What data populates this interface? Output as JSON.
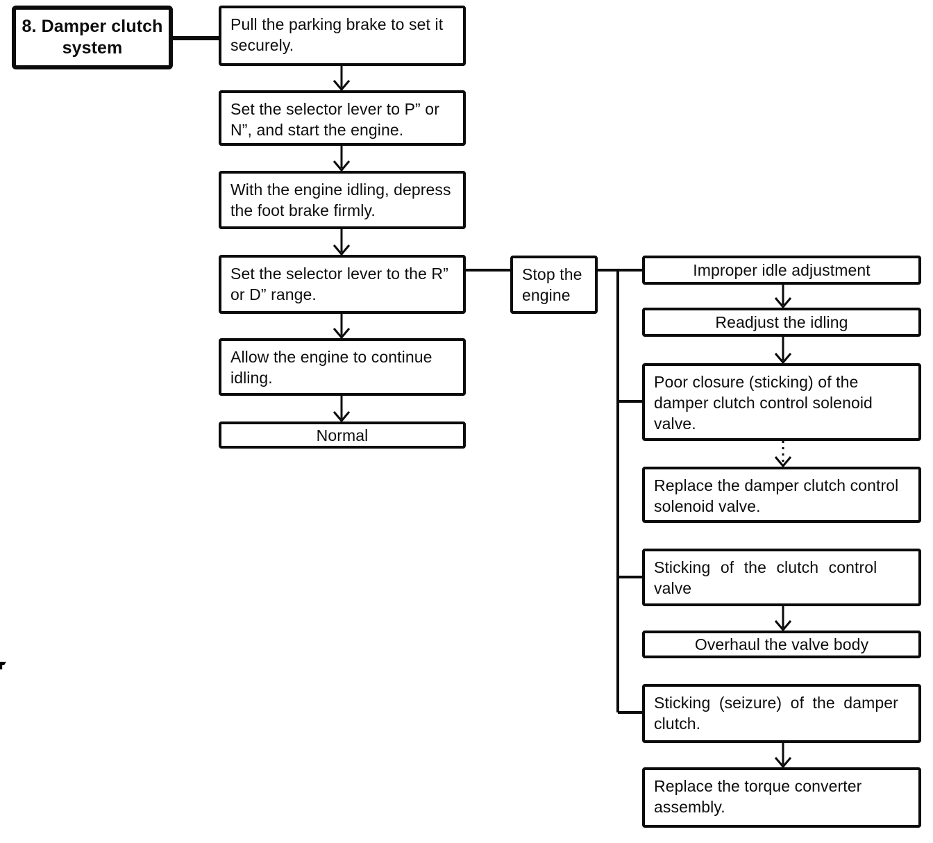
{
  "diagram": {
    "system_label": "8. Damper clutch\nsystem",
    "steps": [
      "Pull the parking brake to set it\nsecurely.",
      "Set the selector lever to P” or\nN”, and start the engine.",
      "With the engine idling, depress\nthe foot brake firmly.",
      "Set the selector lever to the R”\nor D” range.",
      "Allow the engine to continue\nidling.",
      "Normal"
    ],
    "stop_engine_label": "Stop the\nengine",
    "branches": [
      {
        "cause": "Improper idle adjustment",
        "remedy": "Readjust the idling"
      },
      {
        "cause": "Poor closure (sticking) of the\ndamper clutch control solenoid\nvalve.",
        "remedy": "Replace the damper clutch control\nsolenoid valve."
      },
      {
        "cause": "Sticking of the clutch control\nvalve",
        "remedy": "Overhaul the valve body"
      },
      {
        "cause": "Sticking (seizure) of the damper\nclutch.",
        "remedy": "Replace the torque converter\nassembly."
      }
    ],
    "colors": {
      "ink": "#0b0b0b",
      "paper": "#ffffff"
    }
  }
}
